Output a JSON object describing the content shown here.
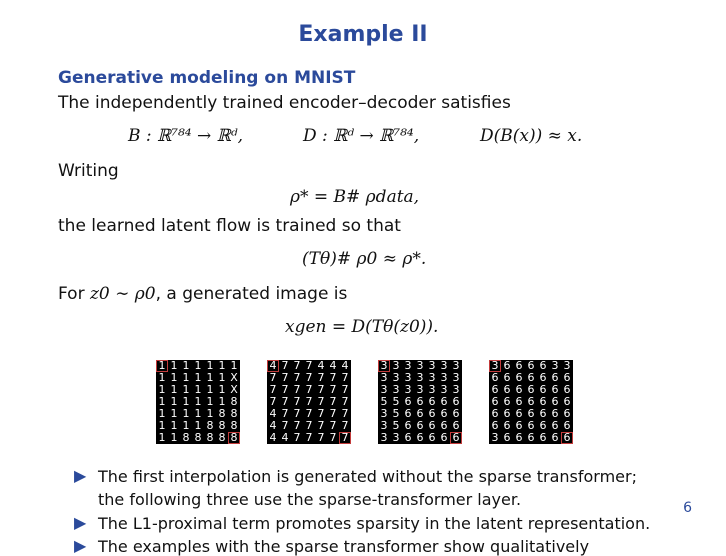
{
  "slide": {
    "title": "Example II",
    "block_title": "Generative modeling on MNIST",
    "intro": "The independently trained encoder–decoder satisfies",
    "writing": "Writing",
    "flow_text": "the learned latent flow is trained so that",
    "gen_text_pre": "For",
    "gen_text_post": ", a generated image is",
    "page_number": "6"
  },
  "equations": {
    "encoder": "B : ℝ⁷⁸⁴ → ℝᵈ,",
    "decoder": "D : ℝᵈ → ℝ⁷⁸⁴,",
    "recon": "D(B(x)) ≈ x.",
    "target": "ρ* = B# ρdata,",
    "pushforward": "(Tθ)# ρ0 ≈ ρ*.",
    "z0": "z0 ∼ ρ0",
    "xgen": "xgen = D(Tθ(z0))."
  },
  "figure": {
    "grids": [
      {
        "name": "grid-1-to-8",
        "rows": [
          "1111111",
          "111111X",
          "111111X",
          "1111118",
          "1111188",
          "1111888",
          "1188888"
        ]
      },
      {
        "name": "grid-4-to-7",
        "rows": [
          "4777444",
          "7777777",
          "7777777",
          "7777777",
          "4777777",
          "4777777",
          "4477777"
        ]
      },
      {
        "name": "grid-3-to-6",
        "rows": [
          "3333333",
          "3333333",
          "3333333",
          "5566666",
          "3566666",
          "3566666",
          "3366666"
        ]
      },
      {
        "name": "grid-3-to-6b",
        "rows": [
          "3666633",
          "6666666",
          "6666666",
          "6666666",
          "6666666",
          "6666666",
          "3666666"
        ]
      }
    ]
  },
  "bullets": [
    {
      "line1": "The first interpolation is generated without the sparse transformer;",
      "line2": "the following three use the sparse-transformer layer."
    },
    {
      "line1": "The L1-proximal term promotes sparsity in the latent representation."
    },
    {
      "line1": "The examples with the sparse transformer show qualitatively"
    }
  ]
}
